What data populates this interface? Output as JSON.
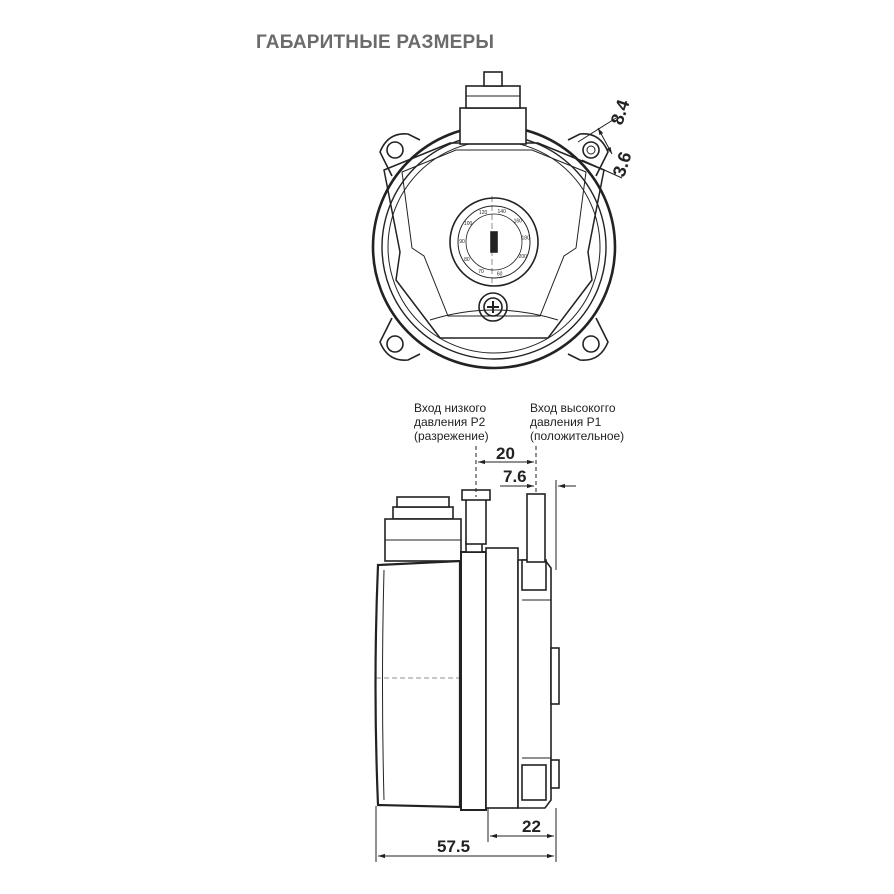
{
  "title": "ГАБАРИТНЫЕ РАЗМЕРЫ",
  "dial": {
    "scale_labels": [
      "60",
      "70",
      "80",
      "90",
      "100",
      "120",
      "140",
      "160",
      "180",
      "200"
    ]
  },
  "dimensions": {
    "hole_spacing": "8.4",
    "hole_diameter": "3.6",
    "ports_distance": "20",
    "high_port_offset": "7.6",
    "back_depth": "22",
    "total_depth": "57.5"
  },
  "callouts": {
    "low_pressure": [
      "Вход низкого",
      "давления P2",
      "(разрежение)"
    ],
    "high_pressure": [
      "Вход высокогго",
      "давления P1",
      "(положительное)"
    ]
  }
}
